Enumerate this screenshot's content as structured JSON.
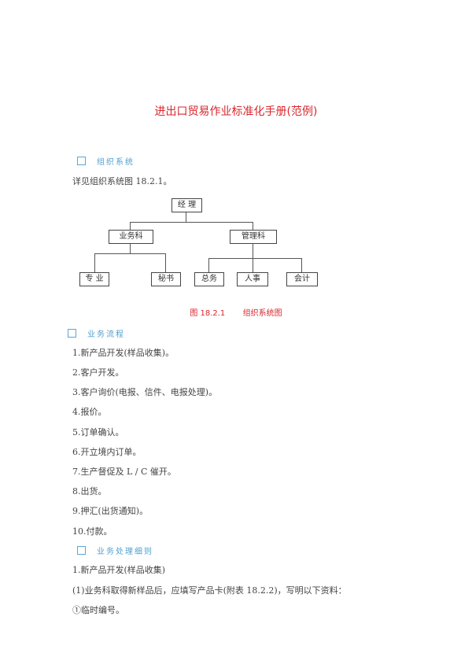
{
  "document": {
    "title": "进出口贸易作业标准化手册(范例)",
    "section1": {
      "heading": "组织系统",
      "text": "详见组织系统图 18.2.1。"
    },
    "org_chart": {
      "root": "经  理",
      "level2": [
        "业务科",
        "管理科"
      ],
      "leaves_sales": [
        "专  业",
        "秘书"
      ],
      "leaves_admin": [
        "总务",
        "人事",
        "会计"
      ],
      "caption_num": "图 18.2.1",
      "caption_text": "组织系统图"
    },
    "section2": {
      "heading": "业务流程",
      "items": [
        "1.新产品开发(样品收集)。",
        "2.客户开发。",
        "3.客户询价(电报、信件、电报处理)。",
        "4.报价。",
        "5.订单确认。",
        "6.开立境内订单。",
        "7.生产督促及 L / C 催开。",
        "8.出货。",
        "9.押汇(出货通知)。",
        "10.付款。"
      ]
    },
    "section3": {
      "heading": "业务处理细则",
      "lines": [
        "1.新产品开发(样品收集)",
        "(1)业务科取得新样品后，应填写产品卡(附表 18.2.2)，写明以下资料：",
        "①临时编号。"
      ]
    }
  }
}
